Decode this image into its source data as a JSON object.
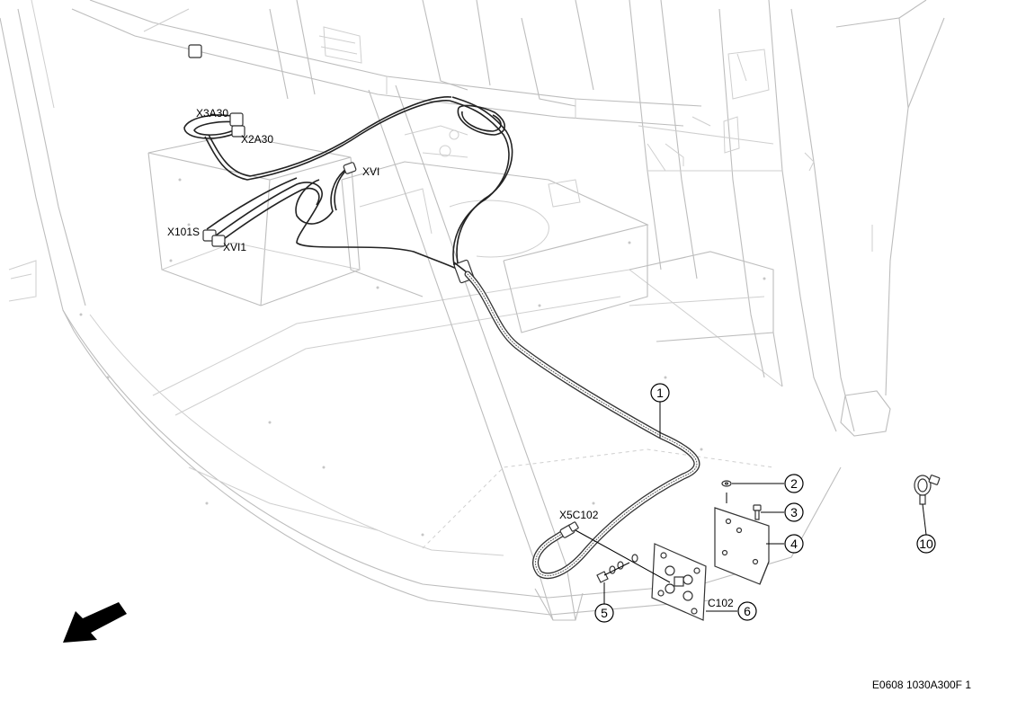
{
  "drawing": {
    "reference": "E0608 1030A300F 1"
  },
  "connector_labels": {
    "x3a30": "X3A30",
    "x2a30": "X2A30",
    "xvi": "XVI",
    "x101s": "X101S",
    "xvi1": "XVI1",
    "x5c102": "X5C102",
    "c102": "C102"
  },
  "callouts": {
    "c1": "1",
    "c2": "2",
    "c3": "3",
    "c4": "4",
    "c5": "5",
    "c6": "6",
    "c10": "10"
  },
  "colors": {
    "frame_line": "#bdbdbd",
    "wire": "#222222",
    "callout": "#000000"
  },
  "icons": {
    "direction": "front-direction-arrow-icon"
  }
}
